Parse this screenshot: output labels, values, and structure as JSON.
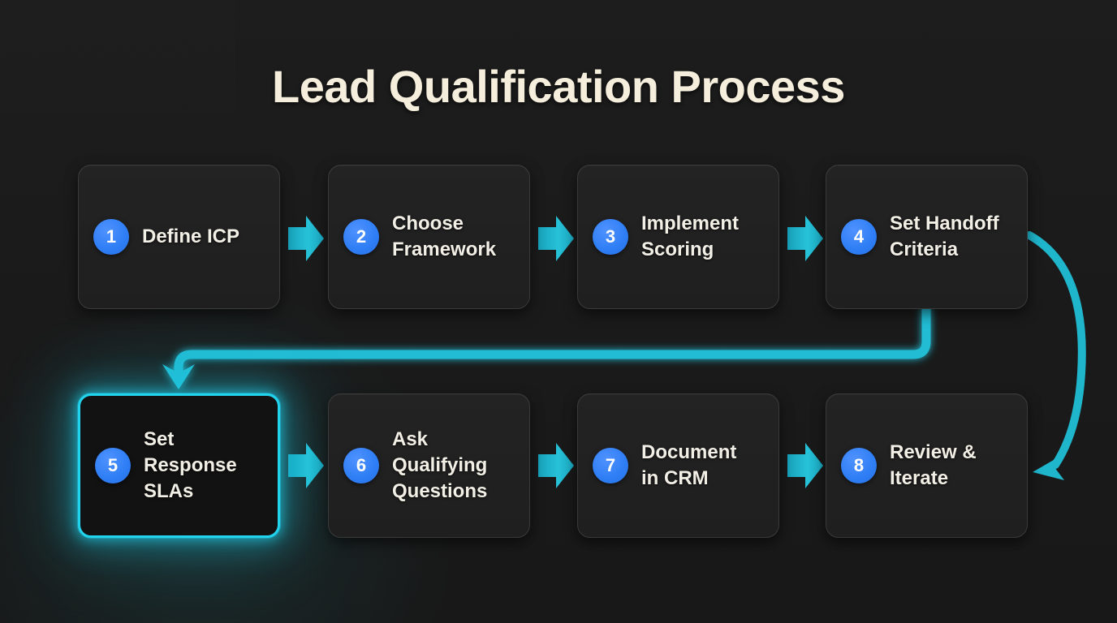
{
  "title": "Lead Qualification Process",
  "theme": {
    "background": "#1b1b1b",
    "node_fill": "#212121",
    "node_border": "#3a3a3a",
    "title_color": "#f5eedc",
    "label_color": "#f2efe6",
    "badge_color": "#2f7ef5",
    "accent_color": "#22d3ee",
    "arrow_color": "#1fb6cc"
  },
  "chart_data": {
    "type": "diagram",
    "title": "Lead Qualification Process",
    "layout": "two-row flowchart, 4 nodes per row, left-to-right serpentine with feedback loop",
    "steps": [
      {
        "number": "1",
        "label": "Define ICP",
        "lines": [
          "Define ICP"
        ],
        "row": 1,
        "highlighted": false
      },
      {
        "number": "2",
        "label": "Choose Framework",
        "lines": [
          "Choose",
          "Framework"
        ],
        "row": 1,
        "highlighted": false
      },
      {
        "number": "3",
        "label": "Implement Scoring",
        "lines": [
          "Implement",
          "Scoring"
        ],
        "row": 1,
        "highlighted": false
      },
      {
        "number": "4",
        "label": "Set Handoff Criteria",
        "lines": [
          "Set Handoff",
          "Criteria"
        ],
        "row": 1,
        "highlighted": false
      },
      {
        "number": "5",
        "label": "Set Response SLAs",
        "lines": [
          "Set",
          "Response",
          "SLAs"
        ],
        "row": 2,
        "highlighted": true
      },
      {
        "number": "6",
        "label": "Ask Qualifying Questions",
        "lines": [
          "Ask",
          "Qualifying",
          "Questions"
        ],
        "row": 2,
        "highlighted": false
      },
      {
        "number": "7",
        "label": "Document in CRM",
        "lines": [
          "Document",
          "in CRM"
        ],
        "row": 2,
        "highlighted": false
      },
      {
        "number": "8",
        "label": "Review & Iterate",
        "lines": [
          "Review &",
          "Iterate"
        ],
        "row": 2,
        "highlighted": false
      }
    ],
    "connections": [
      {
        "from": "1",
        "to": "2",
        "kind": "straight-arrow"
      },
      {
        "from": "2",
        "to": "3",
        "kind": "straight-arrow"
      },
      {
        "from": "3",
        "to": "4",
        "kind": "straight-arrow"
      },
      {
        "from": "4",
        "to": "5",
        "kind": "wrap-arrow"
      },
      {
        "from": "5",
        "to": "6",
        "kind": "straight-arrow"
      },
      {
        "from": "6",
        "to": "7",
        "kind": "straight-arrow"
      },
      {
        "from": "7",
        "to": "8",
        "kind": "straight-arrow"
      },
      {
        "from": "4",
        "to": "8",
        "kind": "curved-feedback-arrow"
      }
    ]
  }
}
